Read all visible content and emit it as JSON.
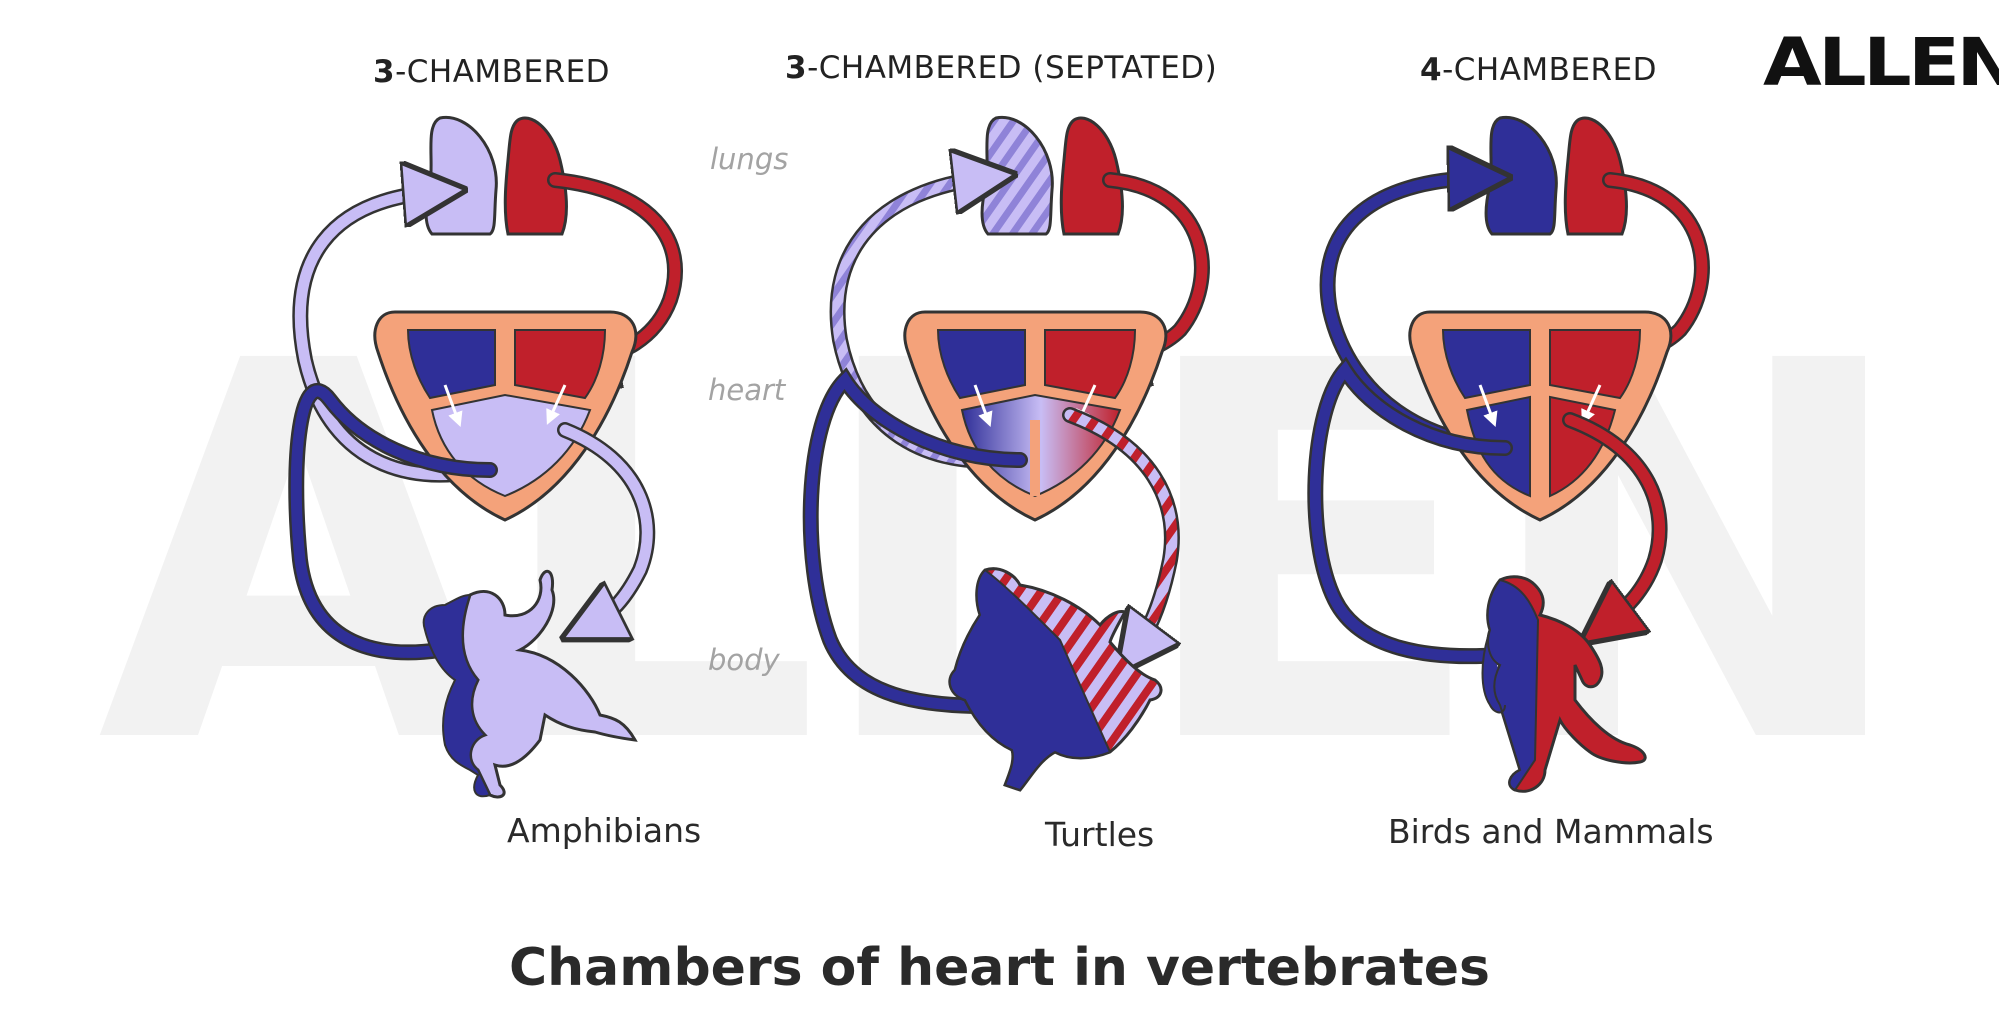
{
  "brand": {
    "logo_text": "ALLEN",
    "watermark_text": "ALLEN"
  },
  "columns": [
    {
      "number": "3",
      "rest": "-CHAMBERED",
      "animal": "Amphibians"
    },
    {
      "number": "3",
      "rest": "-CHAMBERED (SEPTATED)",
      "animal": "Turtles"
    },
    {
      "number": "4",
      "rest": "-CHAMBERED",
      "animal": "Birds and Mammals"
    }
  ],
  "regions": {
    "lungs": "lungs",
    "heart": "heart",
    "body": "body"
  },
  "title": "Chambers of heart in vertebrates",
  "colors": {
    "deoxygenated": "#2f2f98",
    "oxygenated": "#c0202b",
    "mixed": "#c8bdf5",
    "heart_wall": "#f4a27a",
    "outline": "#333333"
  }
}
